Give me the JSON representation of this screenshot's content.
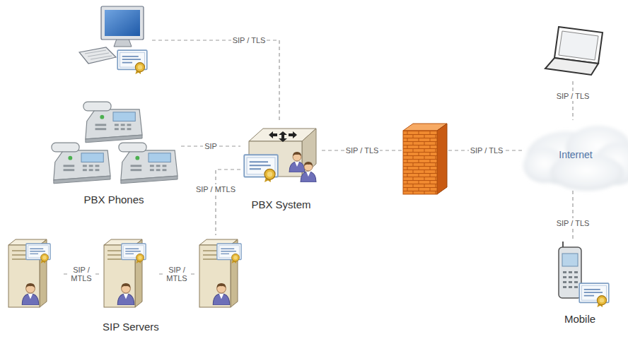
{
  "diagram": {
    "nodes": [
      {
        "text": []
      },
      {
        "text": [
          "PBX Phones"
        ]
      },
      {
        "text": [
          "PBX System"
        ]
      },
      {
        "text": []
      },
      {
        "text": [
          "Internet"
        ]
      },
      {
        "text": []
      },
      {
        "text": [
          "Mobile"
        ]
      },
      {
        "text": [
          "SIP Servers"
        ]
      },
      {
        "text": [],
        "in": 7
      },
      {
        "text": [],
        "in": 7
      },
      {
        "text": [],
        "in": 7
      }
    ],
    "edges": [
      {
        "from": 0,
        "to": 2,
        "label": "SIP / TLS",
        "arrow": "none"
      },
      {
        "from": 1,
        "to": 2,
        "label": "SIP",
        "arrow": "none"
      },
      {
        "from": 2,
        "to": 10,
        "label": "SIP / MTLS",
        "arrow": "none"
      },
      {
        "from": 2,
        "to": 3,
        "label": "SIP / TLS",
        "arrow": "none"
      },
      {
        "from": 3,
        "to": 4,
        "label": "SIP / TLS",
        "arrow": "none"
      },
      {
        "from": 5,
        "to": 4,
        "label": "SIP / TLS",
        "arrow": "none"
      },
      {
        "from": 4,
        "to": 6,
        "label": "SIP / TLS",
        "arrow": "none"
      },
      {
        "from": 8,
        "to": 9,
        "label": "SIP / MTLS",
        "arrow": "none"
      },
      {
        "from": 9,
        "to": 10,
        "label": "SIP / MTLS",
        "arrow": "none"
      }
    ]
  }
}
